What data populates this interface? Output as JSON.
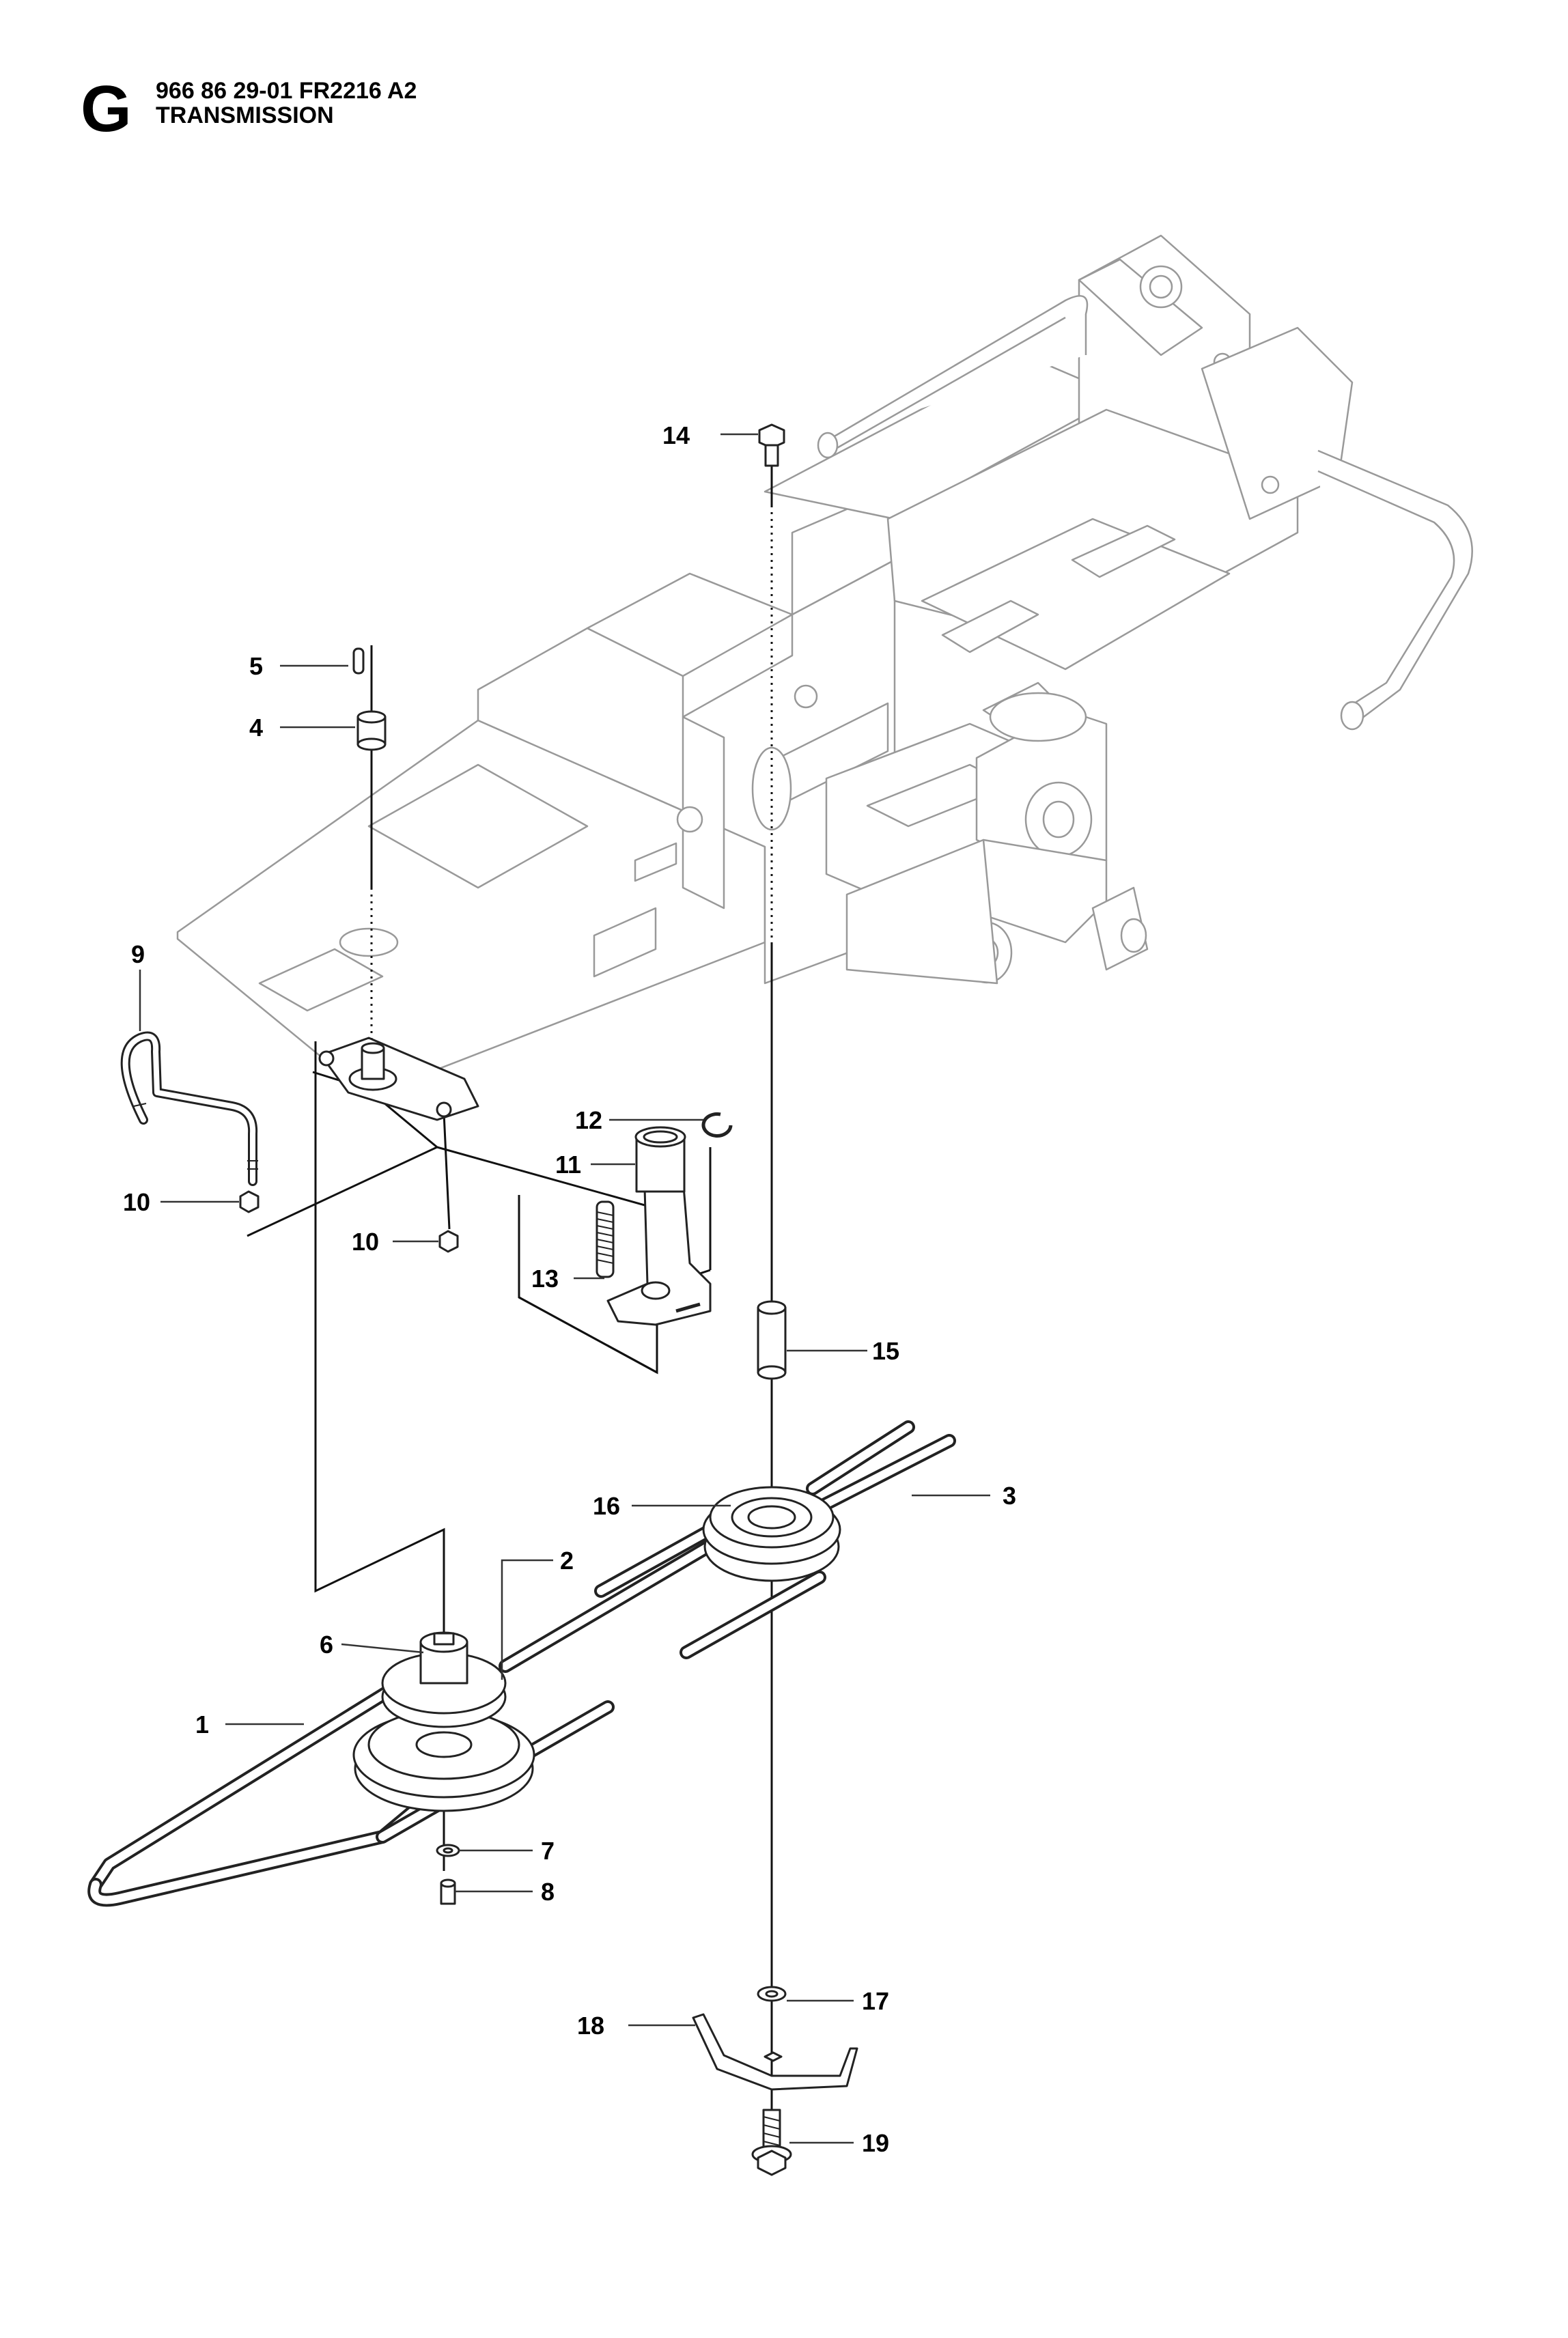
{
  "header": {
    "section_letter": "G",
    "part_code": "966 86 29-01 FR2216 A2",
    "section_title": "TRANSMISSION"
  },
  "callouts": [
    {
      "id": "c1",
      "label": "1"
    },
    {
      "id": "c2",
      "label": "2"
    },
    {
      "id": "c3",
      "label": "3"
    },
    {
      "id": "c4",
      "label": "4"
    },
    {
      "id": "c5",
      "label": "5"
    },
    {
      "id": "c6",
      "label": "6"
    },
    {
      "id": "c7",
      "label": "7"
    },
    {
      "id": "c8",
      "label": "8"
    },
    {
      "id": "c9",
      "label": "9"
    },
    {
      "id": "c10a",
      "label": "10"
    },
    {
      "id": "c10b",
      "label": "10"
    },
    {
      "id": "c11",
      "label": "11"
    },
    {
      "id": "c12",
      "label": "12"
    },
    {
      "id": "c13",
      "label": "13"
    },
    {
      "id": "c14",
      "label": "14"
    },
    {
      "id": "c15",
      "label": "15"
    },
    {
      "id": "c16",
      "label": "16"
    },
    {
      "id": "c17",
      "label": "17"
    },
    {
      "id": "c18",
      "label": "18"
    },
    {
      "id": "c19",
      "label": "19"
    }
  ]
}
